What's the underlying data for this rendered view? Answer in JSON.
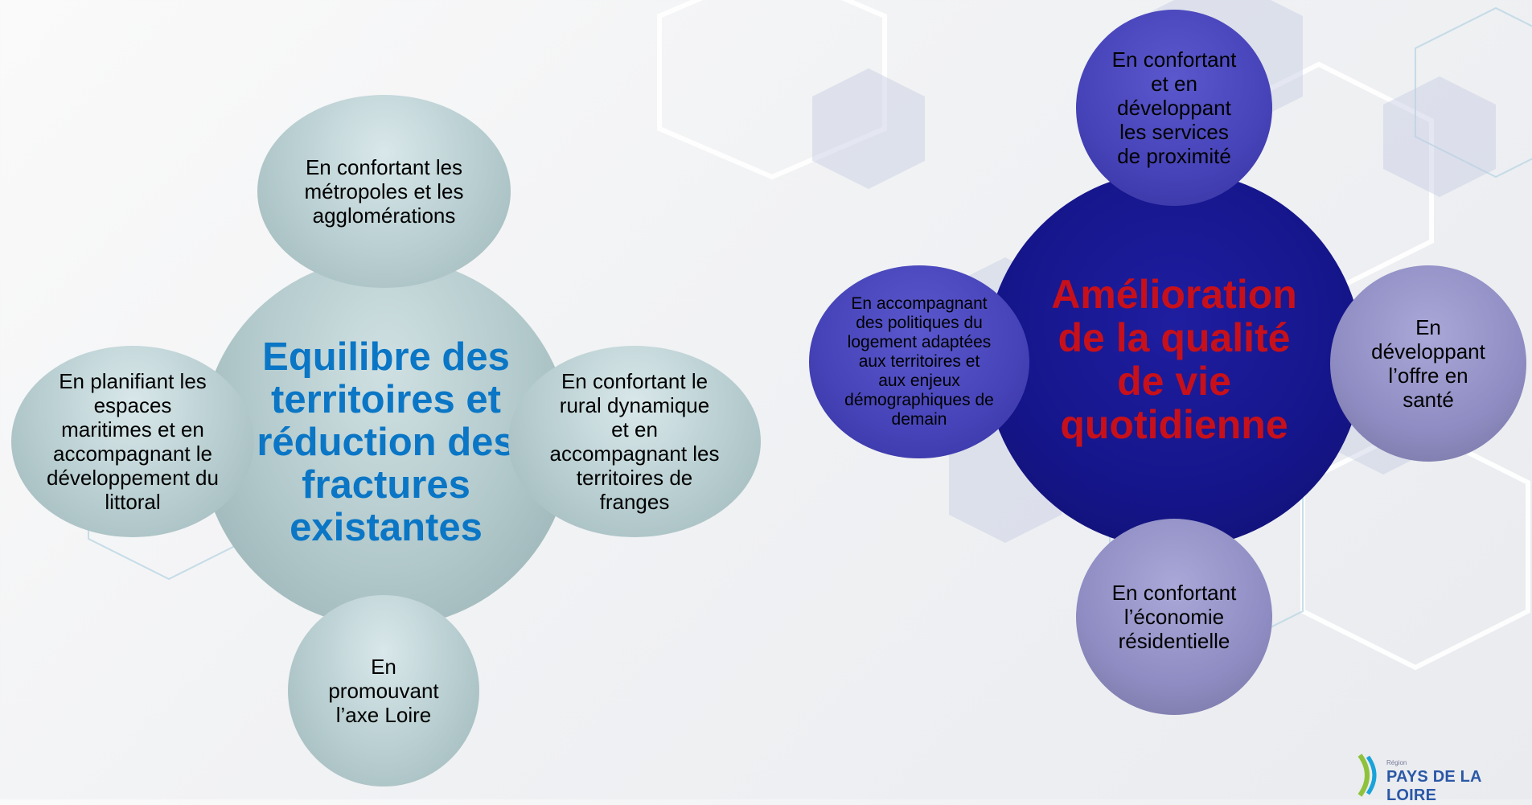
{
  "diagram_left": {
    "center": "Equilibre des territoires et réduction des fractures existantes",
    "top": "En confortant les métropoles et les agglomérations",
    "left": "En planifiant les espaces maritimes et en accompagnant le développement du littoral",
    "right": "En confortant le rural dynamique et en accompagnant les territoires de franges",
    "bottom": "En promouvant l’axe Loire"
  },
  "diagram_right": {
    "center": "Amélioration de la qualité de vie quotidienne",
    "top": "En confortant et en développant les services de proximité",
    "left": "En accompagnant des politiques du logement adaptées aux territoires et aux enjeux démographiques de demain",
    "right": "En développant l’offre en santé",
    "bottom": "En confortant l’économie résidentielle"
  },
  "logo": {
    "region_label": "Région",
    "name": "PAYS DE LA LOIRE"
  },
  "colors": {
    "left_title": "#0a76c5",
    "right_title": "#c8101a",
    "right_center": "#15158a"
  }
}
